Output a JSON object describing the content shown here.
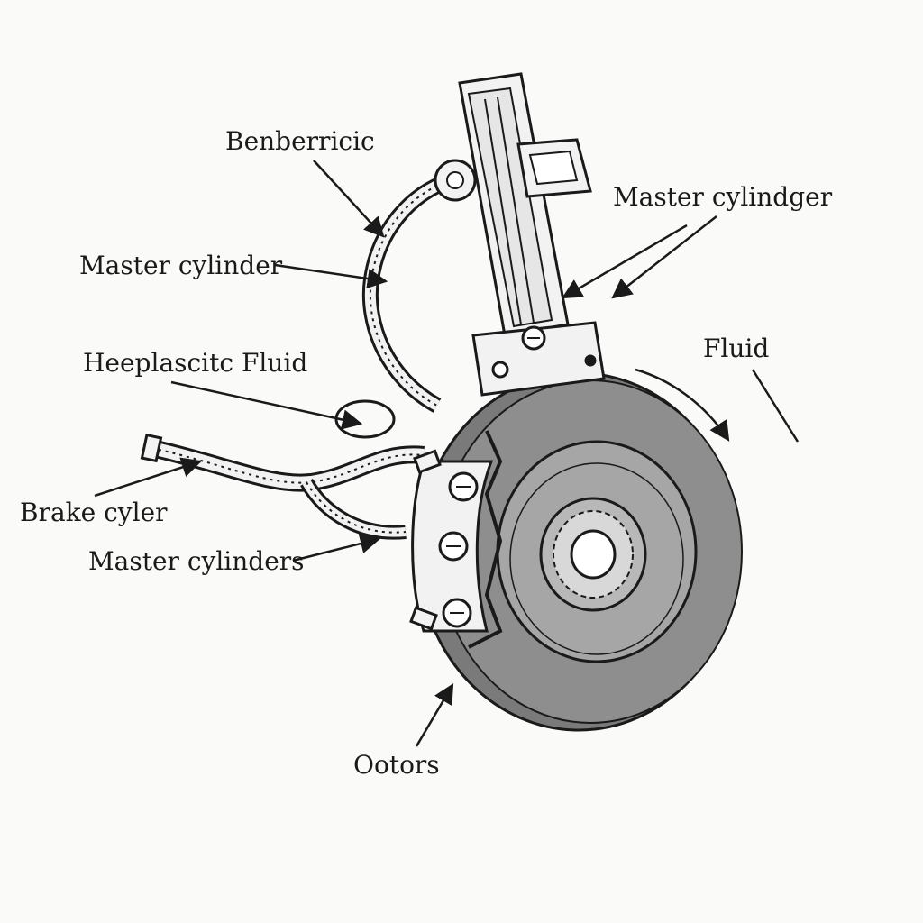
{
  "labels": {
    "benberricic": "Benberricic",
    "master_cylinder_left": "Master cylinder",
    "master_cylinder_right": "Master cylindger",
    "heeplascitc_fluid": "Heeplascitc Fluid",
    "fluid": "Fluid",
    "brake_cyler": "Brake cyler",
    "master_cylinders": "Master cylinders",
    "ootors": "Ootors"
  },
  "colors": {
    "ink": "#1a1a1a",
    "rotor_fill": "#8e8e8e",
    "rotor_inner": "#a6a6a6",
    "hub_fill": "#b8b8b8",
    "caliper_fill": "#f2f2f2",
    "background": "#fafaf8"
  }
}
